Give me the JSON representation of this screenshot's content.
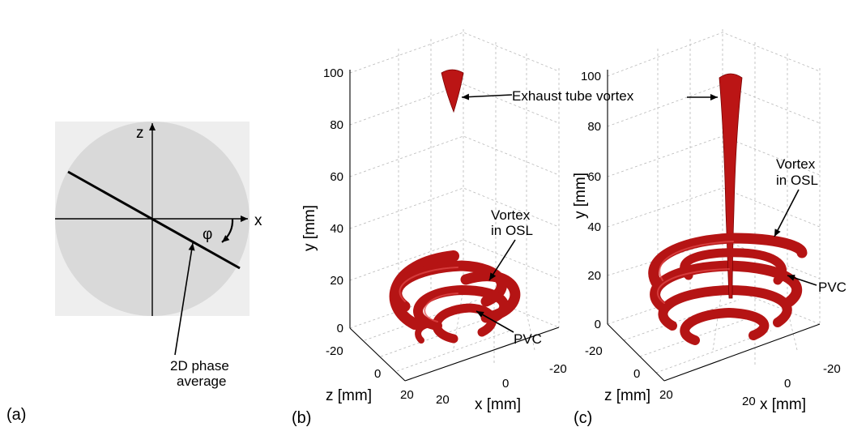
{
  "panel_a": {
    "label": "(a)",
    "axis_x": "x",
    "axis_z": "z",
    "angle": "φ",
    "note_line1": "2D phase",
    "note_line2": "average"
  },
  "panel_b": {
    "label": "(b)",
    "y_title": "y [mm]",
    "z_title": "z [mm]",
    "x_title": "x [mm]",
    "y_ticks": [
      "0",
      "20",
      "40",
      "60",
      "80",
      "100"
    ],
    "z_ticks": [
      "-20",
      "0",
      "20"
    ],
    "x_ticks": [
      "20",
      "0",
      "-20"
    ],
    "ann_exhaust": "Exhaust tube vortex",
    "ann_vortex_1": "Vortex",
    "ann_vortex_2": "in OSL",
    "ann_pvc": "PVC"
  },
  "panel_c": {
    "label": "(c)",
    "y_title": "y [mm]",
    "z_title": "z [mm]",
    "x_title": "x [mm]",
    "y_ticks": [
      "0",
      "20",
      "40",
      "60",
      "80",
      "100"
    ],
    "z_ticks": [
      "-20",
      "0",
      "20"
    ],
    "x_ticks": [
      "20",
      "0",
      "-20"
    ],
    "ann_vortex_1": "Vortex",
    "ann_vortex_2": "in OSL",
    "ann_pvc": "PVC"
  },
  "colors": {
    "vortex": "#bb1515",
    "disk": "#d9d9d9",
    "panel_bg": "#eeeeee"
  }
}
